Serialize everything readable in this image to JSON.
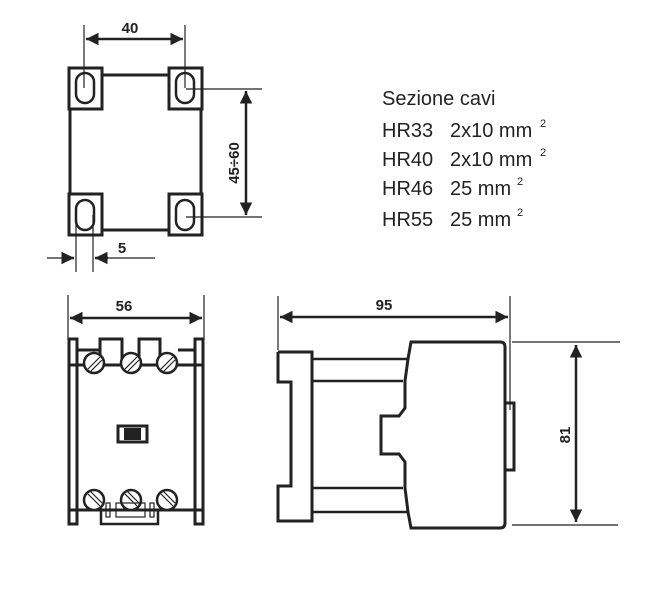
{
  "dimensions": {
    "top_width": "40",
    "top_height": "45÷60",
    "top_offset": "5",
    "front_width": "56",
    "side_depth": "95",
    "side_height": "81"
  },
  "cable_table": {
    "title": "Sezione cavi",
    "unit_superscript": "2",
    "rows": [
      {
        "model": "HR33",
        "section": "2x10 mm"
      },
      {
        "model": "HR40",
        "section": "2x10 mm"
      },
      {
        "model": "HR46",
        "section": "25 mm"
      },
      {
        "model": "HR55",
        "section": "25 mm"
      }
    ]
  }
}
